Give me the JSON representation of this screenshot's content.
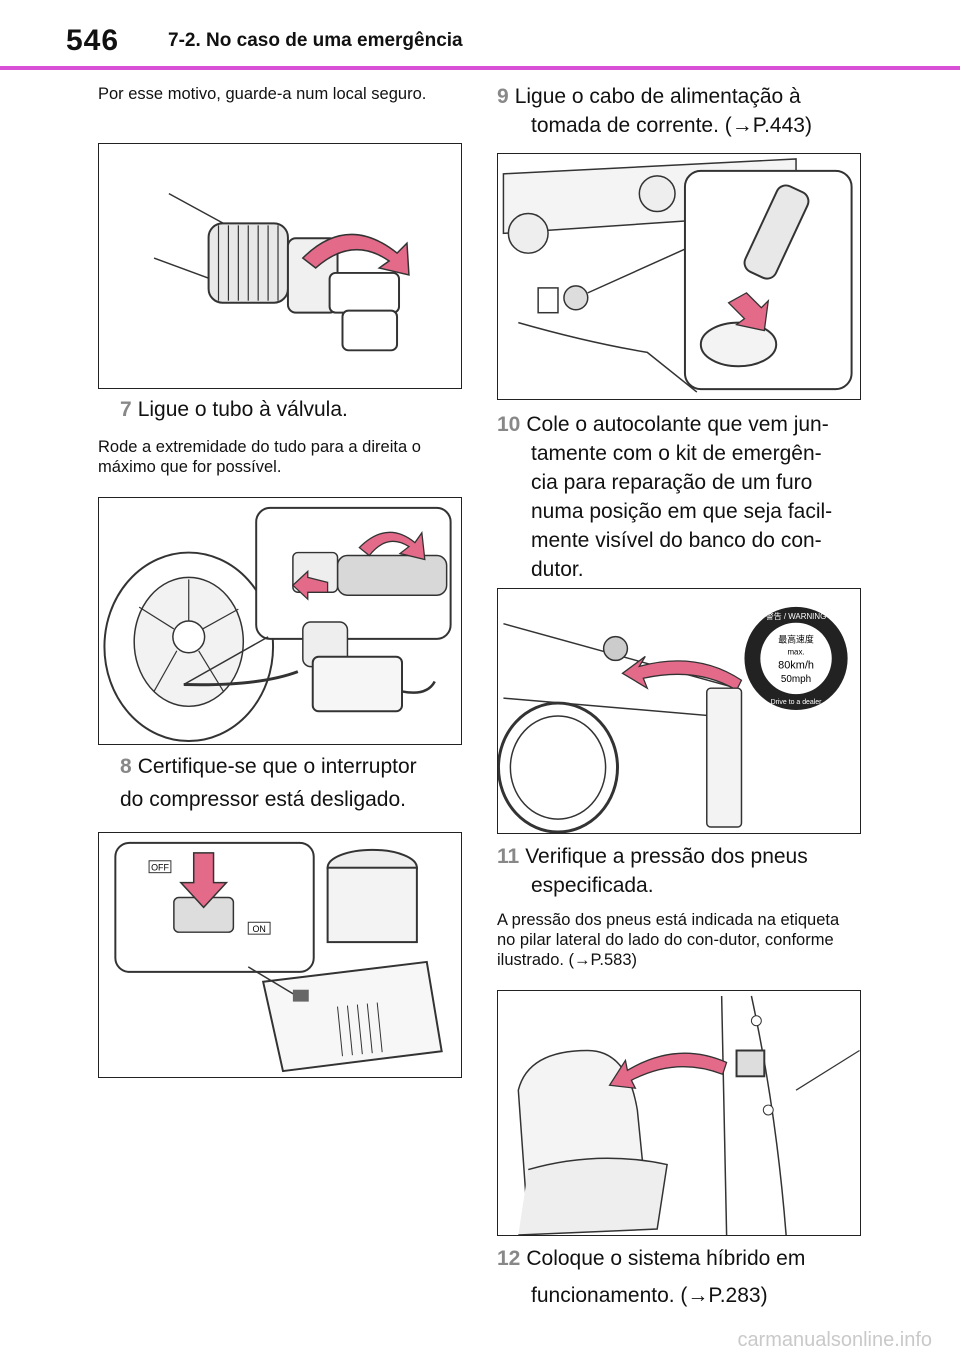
{
  "header": {
    "page_number": "546",
    "section": "7-2. No caso de uma emergência"
  },
  "left": {
    "intro": "Por esse motivo, guarde-a num local seguro.",
    "step7": {
      "num": "7",
      "text": "Ligue o tubo à válvula."
    },
    "step7_note": "Rode a extremidade do tudo para a direita o máximo que for possível.",
    "step8": {
      "num": "8",
      "line1": "Certifique-se que o interruptor",
      "line2": "do compressor está desligado."
    }
  },
  "right": {
    "step9": {
      "num": "9",
      "line1": "Ligue o cabo de alimentação à",
      "line2": "tomada de corrente. (→P.443)"
    },
    "step10": {
      "num": "10",
      "line1": "Cole o autocolante que vem jun-",
      "line2": "tamente com o kit de emergên-",
      "line3": "cia para reparação de um furo",
      "line4": "numa posição em que seja facil-",
      "line5": "mente visível do banco do con-",
      "line6": "dutor."
    },
    "sticker": {
      "top": "警告 / WARNING",
      "kanji": "最高速度",
      "max": "max.",
      "kmh": "80km/h",
      "mph": "50mph",
      "ring": "Drive to a dealer"
    },
    "step11": {
      "num": "11",
      "line1": "Verifique a pressão dos pneus",
      "line2": "especificada."
    },
    "step11_note": "A pressão dos pneus está indicada na etiqueta no pilar lateral do lado do con-dutor, conforme ilustrado. (→P.583)",
    "step12": {
      "num": "12",
      "line1": "Coloque o sistema híbrido em",
      "line2": "funcionamento. (→P.283)"
    }
  },
  "switch_labels": {
    "off": "OFF",
    "on": "ON"
  },
  "watermark": "carmanualsonline.info",
  "colors": {
    "rule": "#d94fd6",
    "step_number": "#888888",
    "arrow_fill": "#e46a8a"
  }
}
